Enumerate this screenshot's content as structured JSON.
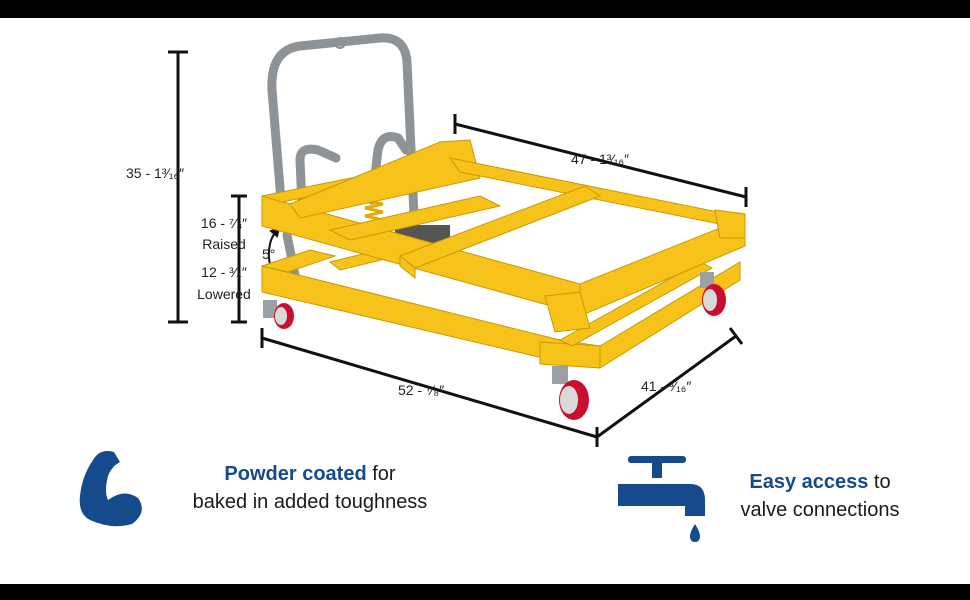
{
  "dimensions": {
    "height_total": "35 - 1³⁄₁₆″",
    "length_top": "47 - 1³⁄₁₆″",
    "raised_value": "16 - ⁷⁄₈″",
    "raised_label": "Raised",
    "tilt_angle": "5°",
    "lowered_value": "12 - ³⁄₄″",
    "lowered_label": "Lowered",
    "length_bottom": "52 - ⁷⁄₈″",
    "width": "41 - ³⁄₁₆″"
  },
  "features": {
    "powder": {
      "strong": "Powder coated",
      "rest": " for",
      "line2": "baked in added toughness",
      "icon": "flexed-arm-icon"
    },
    "access": {
      "strong": "Easy access",
      "rest": " to",
      "line2": "valve connections",
      "icon": "water-faucet-icon"
    }
  },
  "colors": {
    "accent_blue": "#154a8c",
    "cart_yellow": "#f7c31b",
    "wheel_red": "#c8102e",
    "handle_gray": "#8e9398"
  }
}
